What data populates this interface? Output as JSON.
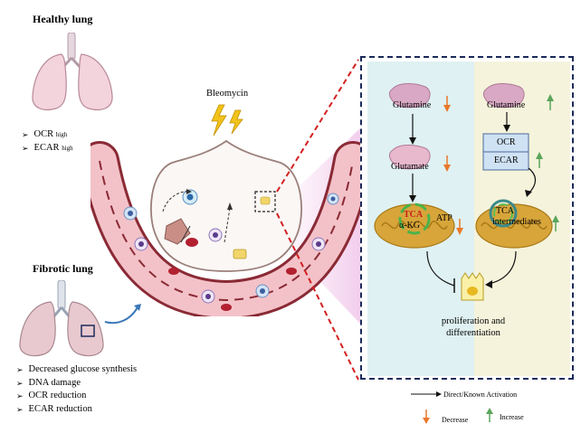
{
  "healthy": {
    "title": "Healthy lung",
    "items": [
      {
        "label": "OCR",
        "sup": "high"
      },
      {
        "label": "ECAR",
        "sup": "high"
      }
    ]
  },
  "fibrotic": {
    "title": "Fibrotic lung",
    "items": [
      "Decreased glucose synthesis",
      "DNA damage",
      "OCR reduction",
      "ECAR reduction"
    ]
  },
  "center": {
    "agent": "Bleomycin"
  },
  "detail": {
    "left": {
      "glutamine": "Glutamine",
      "glutamate": "Glutamate",
      "tca": "TCA",
      "akg": "α-KG",
      "atp": "ATP"
    },
    "right": {
      "glutamine": "Glutamine",
      "ocr": "OCR",
      "ecar": "ECAR",
      "tca": "TCA",
      "intermediates": "intermediates"
    },
    "outcome": "proliferation and\ndifferentiation"
  },
  "legend": {
    "activation": "Direct/Known Activation",
    "decrease": "Decrease",
    "increase": "Increase"
  },
  "colors": {
    "decrease_arrow": "#e8782a",
    "increase_arrow": "#5aa55a",
    "dash_box": "#1c2a5a",
    "red_dash": "#d42020",
    "left_panel": "#dff1f2",
    "right_panel": "#f5f3dc",
    "vessel": "#8a2a35"
  }
}
